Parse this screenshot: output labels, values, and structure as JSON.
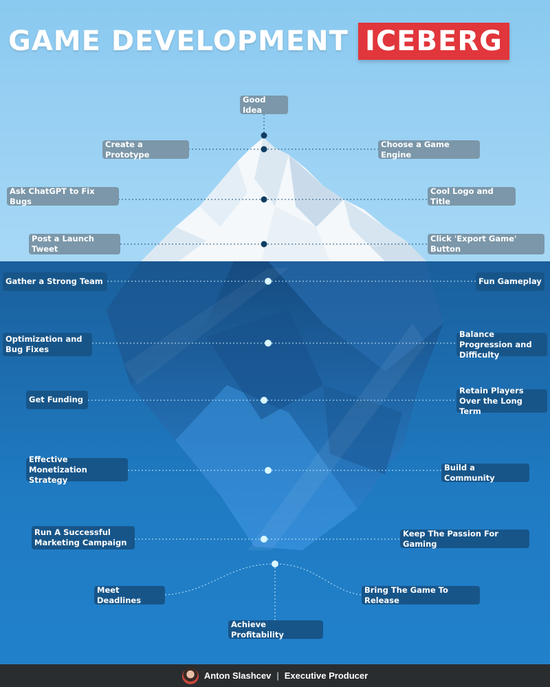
{
  "title": {
    "main": "GAME DEVELOPMENT",
    "accent": "ICEBERG"
  },
  "colors": {
    "sky": "#8ac9f0",
    "sea": "#1f7ac1",
    "accent_red": "#e1363b",
    "sky_label": "#7b97a9",
    "sea_label": "#175589",
    "node_sky": "#0f3d63",
    "node_sea": "#d9f7ff",
    "footer_bg": "#2a2d30"
  },
  "above_water": {
    "center": "Good Idea",
    "left": [
      "Create a Prototype",
      "Ask ChatGPT to Fix Bugs",
      "Post a Launch Tweet"
    ],
    "right": [
      "Choose a Game Engine",
      "Cool Logo and Title",
      "Click 'Export Game' Button"
    ]
  },
  "below_water": {
    "left": [
      "Gather a Strong Team",
      "Optimization and Bug Fixes",
      "Get Funding",
      "Effective Monetization Strategy",
      "Run A Successful Marketing Campaign",
      "Meet Deadlines"
    ],
    "right": [
      "Fun Gameplay",
      "Balance Progression and Difficulty",
      "Retain Players Over the Long Term",
      "Build a Community",
      "Keep The Passion For Gaming",
      "Bring The Game To Release"
    ],
    "bottom": "Achieve Profitability"
  },
  "footer": {
    "name": "Anton Slashcev",
    "separator": "|",
    "role": "Executive Producer"
  }
}
